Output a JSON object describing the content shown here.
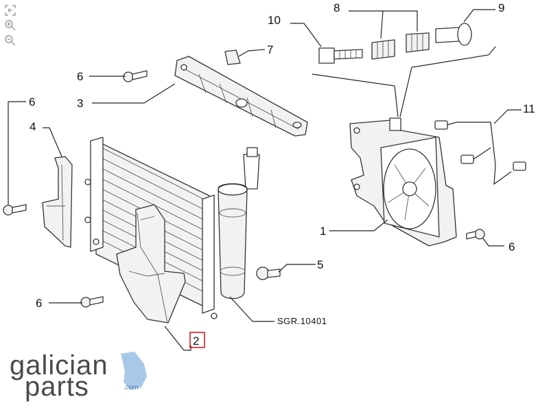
{
  "toolbar": {
    "icons": [
      "fullscreen-icon",
      "zoom-in-icon",
      "zoom-out-icon"
    ]
  },
  "diagram": {
    "callouts": [
      {
        "id": "c1",
        "label": "1"
      },
      {
        "id": "c2",
        "label": "2"
      },
      {
        "id": "c3",
        "label": "3"
      },
      {
        "id": "c4",
        "label": "4"
      },
      {
        "id": "c5",
        "label": "5"
      },
      {
        "id": "c6a",
        "label": "6"
      },
      {
        "id": "c6b",
        "label": "6"
      },
      {
        "id": "c6c",
        "label": "6"
      },
      {
        "id": "c6d",
        "label": "6"
      },
      {
        "id": "c7",
        "label": "7"
      },
      {
        "id": "c8",
        "label": "8"
      },
      {
        "id": "c9",
        "label": "9"
      },
      {
        "id": "c10",
        "label": "10"
      },
      {
        "id": "c11",
        "label": "11"
      }
    ],
    "reference_code": "SGR.10401",
    "highlight_color": "#cc0000"
  },
  "logo": {
    "line1": "galician",
    "line2": "parts",
    "suffix": ".com",
    "accent_color": "#a8c8e8"
  }
}
